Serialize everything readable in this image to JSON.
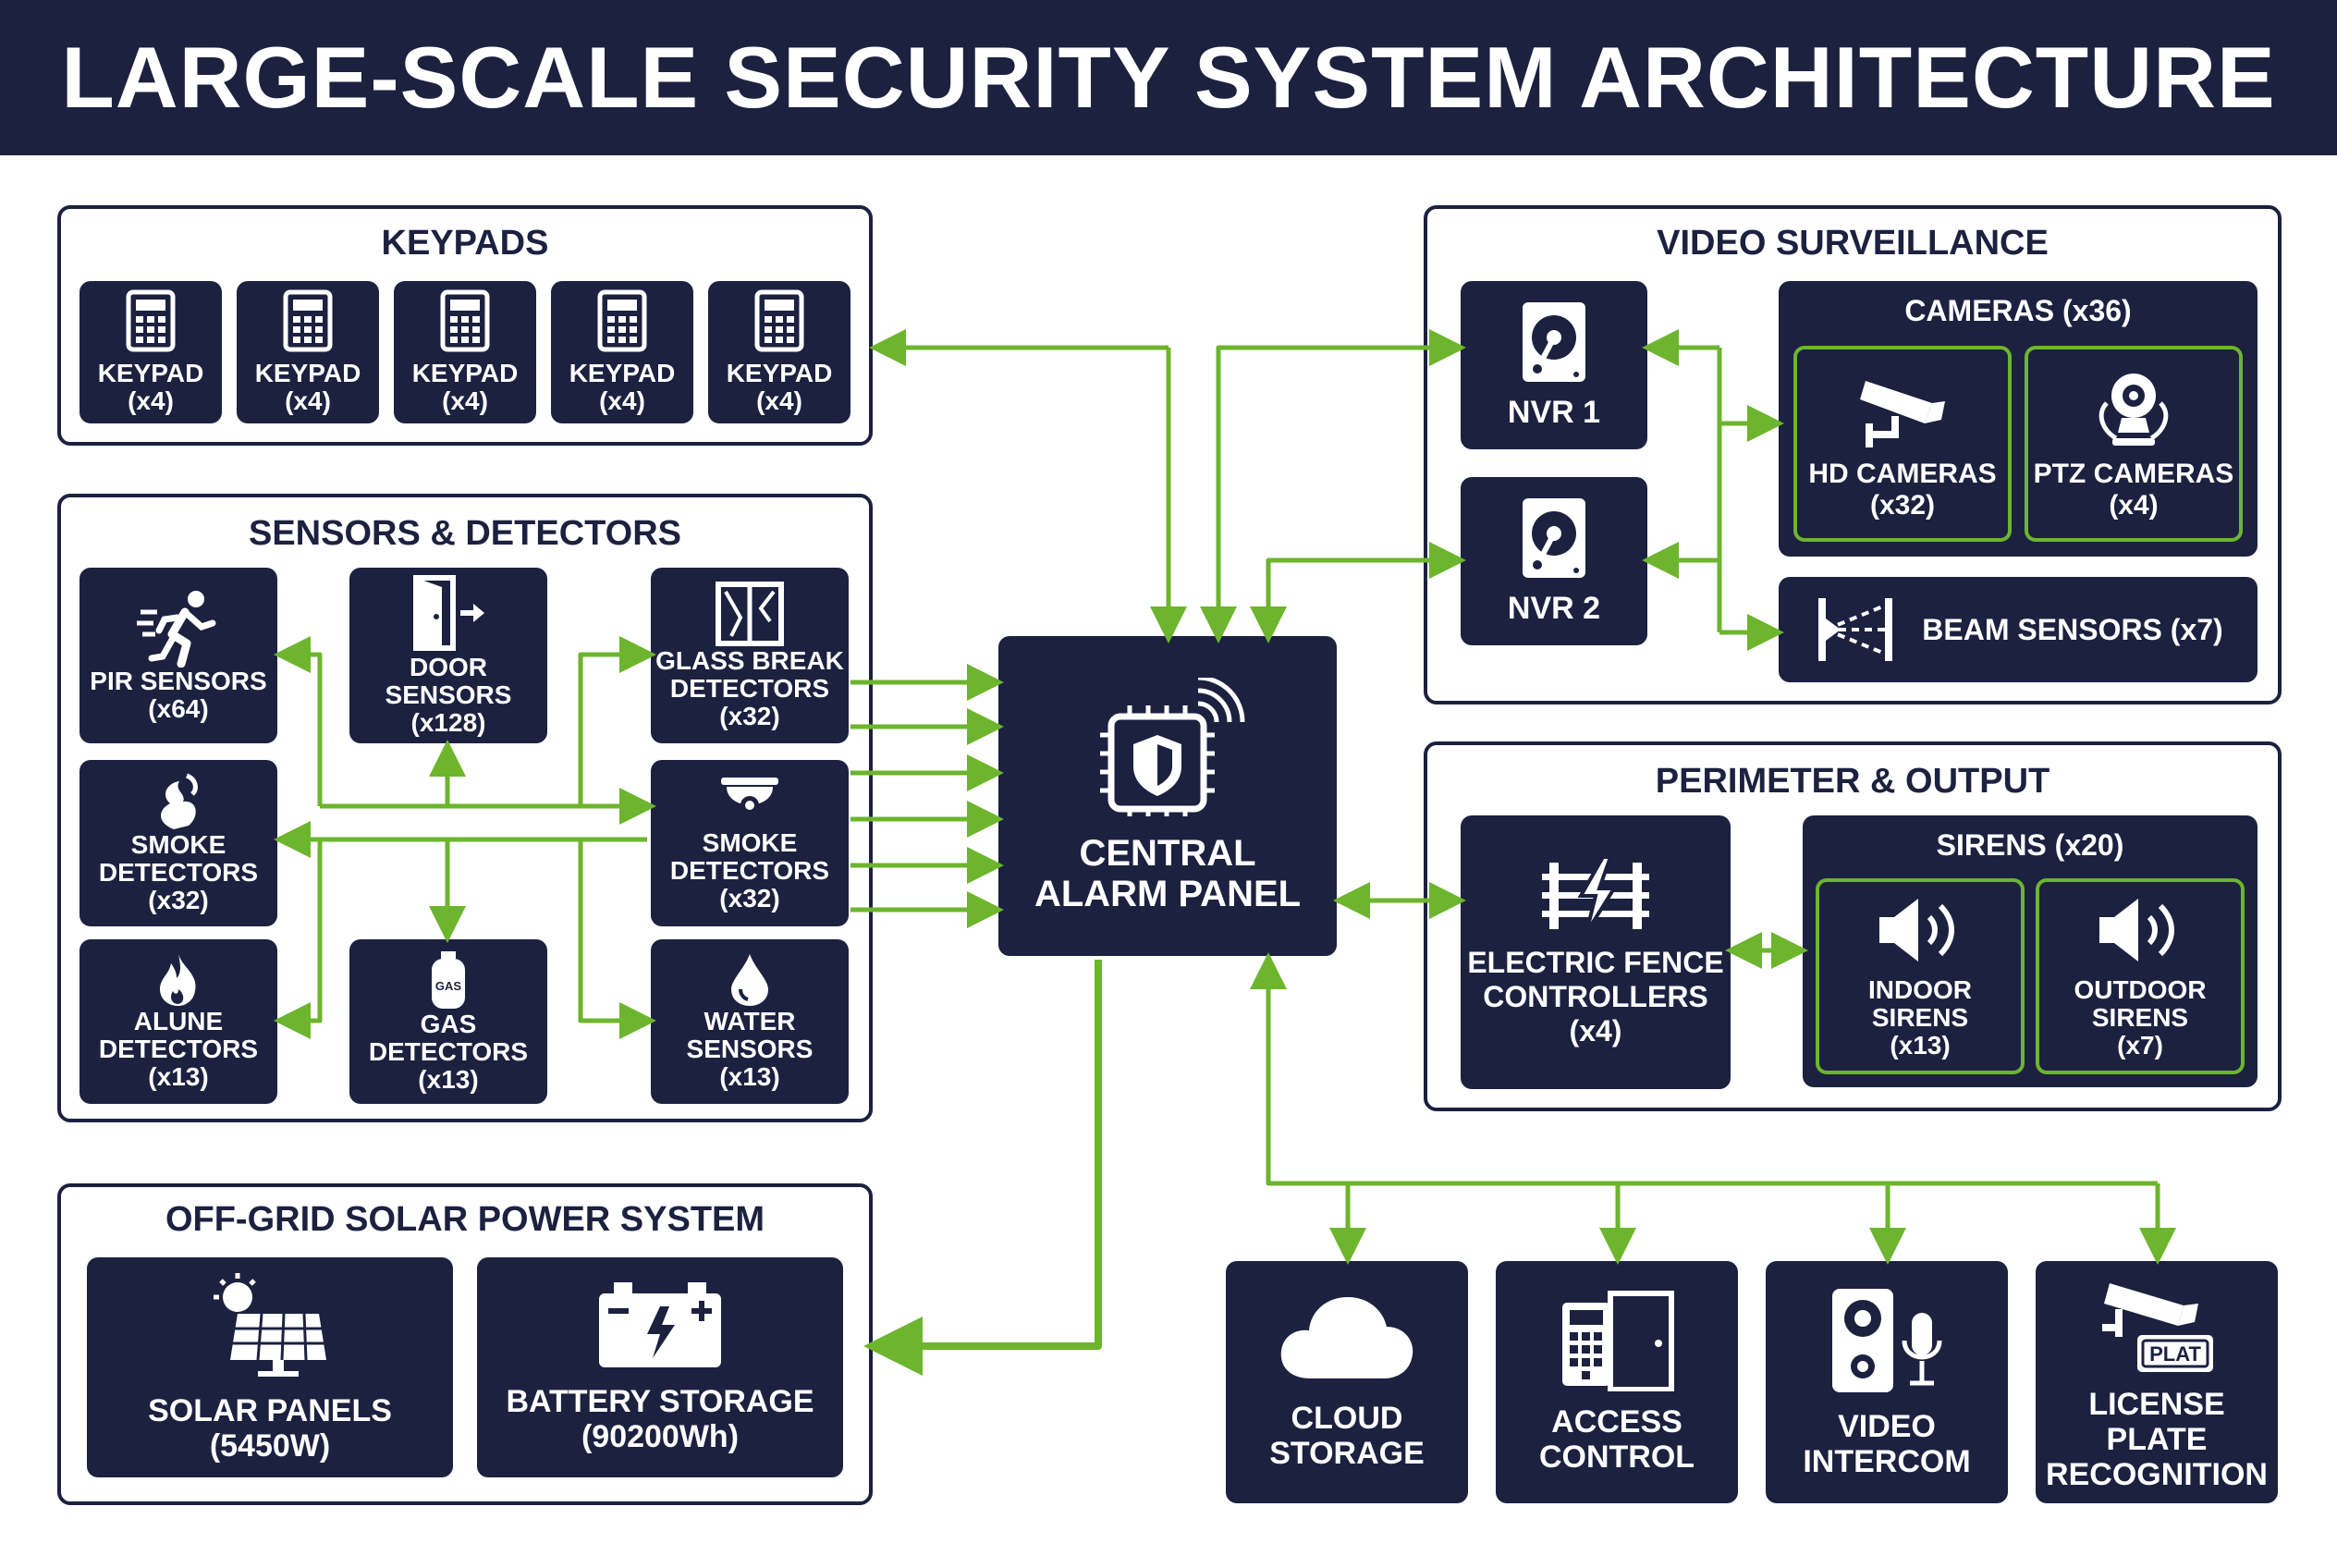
{
  "title": "LARGE-SCALE SECURITY SYSTEM ARCHITECTURE",
  "colors": {
    "navy": "#1c2140",
    "green": "#6cb52d",
    "white": "#ffffff"
  },
  "keypads": {
    "title": "KEYPADS",
    "items": [
      {
        "label": "KEYPAD\n(x4)",
        "icon": "keypad-icon"
      },
      {
        "label": "KEYPAD\n(x4)",
        "icon": "keypad-icon"
      },
      {
        "label": "KEYPAD\n(x4)",
        "icon": "keypad-icon"
      },
      {
        "label": "KEYPAD\n(x4)",
        "icon": "keypad-icon"
      },
      {
        "label": "KEYPAD\n(x4)",
        "icon": "keypad-icon"
      }
    ]
  },
  "sensors": {
    "title": "SENSORS & DETECTORS",
    "pir": "PIR SENSORS\n(x64)",
    "door": "DOOR SENSORS\n(x128)",
    "glass": "GLASS BREAK\nDETECTORS\n(x32)",
    "smoke_left": "SMOKE\nDETECTORS\n(x32)",
    "smoke_right": "SMOKE\nDETECTORS\n(x32)",
    "flame": "ALUNE\nDETECTORS\n(x13)",
    "gas": "GAS\nDETECTORS\n(x13)",
    "gas_badge": "GAS",
    "water": "WATER\nSENSORS\n(x13)"
  },
  "solar": {
    "title": "OFF-GRID SOLAR POWER SYSTEM",
    "panels": "SOLAR PANELS\n(5450W)",
    "battery": "BATTERY STORAGE\n(90200Wh)"
  },
  "central": {
    "label": "CENTRAL\nALARM PANEL",
    "icon": "shield-chip-icon"
  },
  "video": {
    "title": "VIDEO SURVEILLANCE",
    "nvr1": "NVR 1",
    "nvr2": "NVR 2",
    "cameras_title": "CAMERAS (x36)",
    "hd": "HD CAMERAS\n(x32)",
    "ptz": "PTZ CAMERAS\n(x4)",
    "beam": "BEAM SENSORS (x7)"
  },
  "perimeter": {
    "title": "PERIMETER & OUTPUT",
    "fence": "ELECTRIC FENCE\nCONTROLLERS\n(x4)",
    "sirens_title": "SIRENS (x20)",
    "indoor": "INDOOR\nSIRENS\n(x13)",
    "outdoor": "OUTDOOR\nSIRENS\n(x7)"
  },
  "outputs": {
    "cloud": "CLOUD\nSTORAGE",
    "access": "ACCESS\nCONTROL",
    "intercom": "VIDEO\nINTERCOM",
    "lpr": "LICENSE PLATE\nRECOGNITION",
    "lpr_badge": "PLAT"
  }
}
